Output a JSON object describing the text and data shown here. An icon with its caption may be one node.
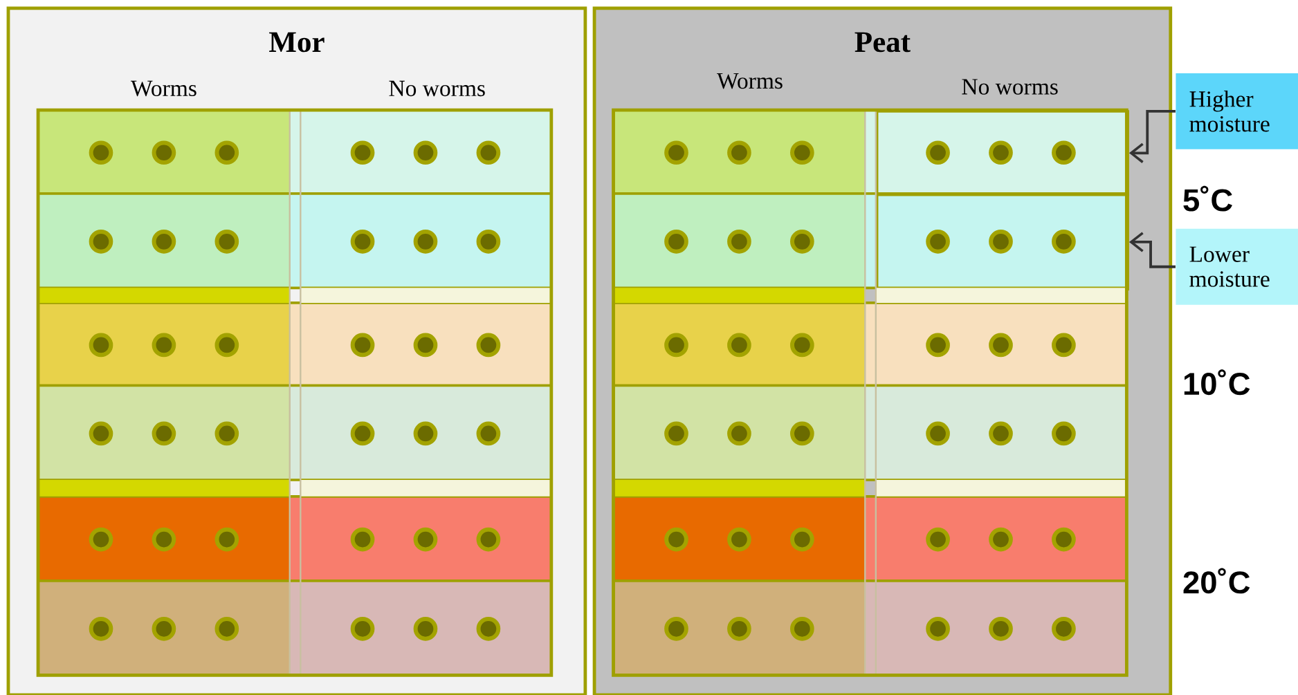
{
  "diagram": {
    "nodes": [
      {
        "text": [
          "Mor"
        ]
      },
      {
        "text": [
          "Peat"
        ]
      },
      {
        "text": [
          "Higher moisture"
        ]
      },
      {
        "text": [
          "Lower moisture"
        ]
      },
      {
        "text": [],
        "shape": "box",
        "in": 1
      },
      {
        "text": [],
        "shape": "box",
        "in": 1
      }
    ],
    "edges": [
      {
        "from": 2,
        "to": 4,
        "arrow": "to"
      },
      {
        "from": 3,
        "to": 5,
        "arrow": "to"
      }
    ],
    "labels": [
      "Worms",
      "No worms",
      "Worms",
      "No worms",
      "5˚C",
      "10˚C",
      "20˚C"
    ]
  }
}
